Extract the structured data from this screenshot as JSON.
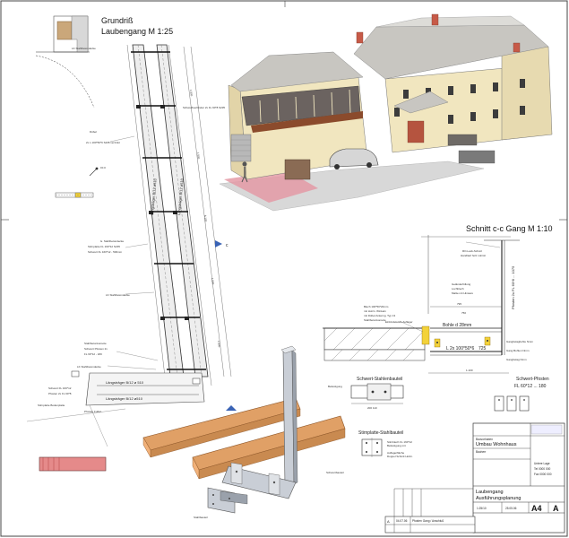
{
  "titles": {
    "plan_line1": "Grundriß",
    "plan_line2": "Laubengang  M 1:25",
    "section": "Schnitt c-c Gang  M 1:10",
    "stair_stringer": "Schwert-Stahlenbauteil",
    "base_plate": "Stirnplatte-Stahlbauteil",
    "post_plate": "Schwert-Pfosten",
    "post_plate_dim": "FL 60*12 ... 180"
  },
  "dimensions": {
    "plank": "Bohle d 28mm",
    "angle": "L 2x 100*50*6",
    "angle_suffix": "725",
    "post_vertical": "Pfosten 2x FL 60*8 ... 1075",
    "long_beam": "Längsträger B/12 ø 510",
    "long_beam_plan": "Längsträger B/12 ø510",
    "beam_short": "Längsträger B/12 ø510",
    "beam_lower": "Längsträger B/12 ø510",
    "level_c": "c"
  },
  "title_block": {
    "client_label": "Bauvorhaben",
    "client": "Umbau Wohnhaus",
    "project_title_1": "Laubengang",
    "project_title_2": "Ausführungsplanung",
    "format": "A4",
    "index": "A",
    "scale": "1:25/10",
    "date": "25.05.06",
    "drawn_label": "Bauherr",
    "revision_index": "A",
    "revision_date": "04.07.06",
    "revision_note": "Pfosten Gang / Anschluß"
  },
  "colors": {
    "wood": "#e0a066",
    "wood_dark": "#b8733d",
    "steel": "#c9ced6",
    "wall": "#f1e6bf",
    "roof": "#c8c6c1",
    "plank_yellow": "#f3d23a",
    "footing_red": "#e58a8a"
  }
}
